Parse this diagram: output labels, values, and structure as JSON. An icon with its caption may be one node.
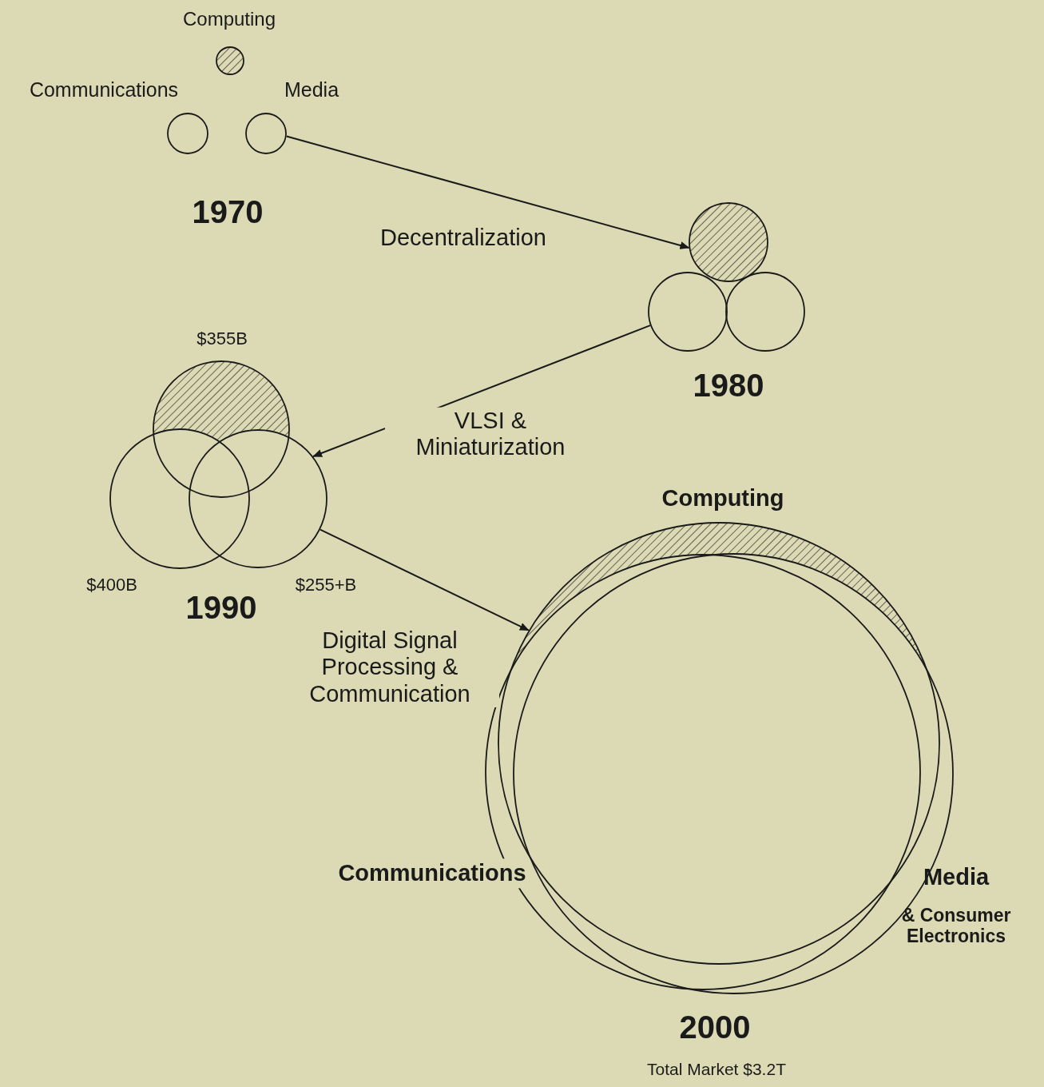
{
  "diagram": {
    "nodes": [
      {
        "text": [],
        "shape": "circle",
        "beside": [
          "Computing"
        ]
      },
      {
        "text": [],
        "shape": "circle",
        "beside": [
          "Communications"
        ]
      },
      {
        "text": [],
        "shape": "circle",
        "beside": [
          "Media"
        ]
      },
      {
        "text": [],
        "shape": "circle"
      },
      {
        "text": [],
        "shape": "circle"
      },
      {
        "text": [],
        "shape": "circle"
      },
      {
        "text": [],
        "shape": "circle",
        "beside": [
          "$355B"
        ]
      },
      {
        "text": [],
        "shape": "circle",
        "beside": [
          "$400B"
        ]
      },
      {
        "text": [],
        "shape": "circle",
        "beside": [
          "$255+B"
        ]
      },
      {
        "text": [],
        "shape": "circle",
        "beside": [
          "Computing"
        ]
      },
      {
        "text": [],
        "shape": "circle",
        "beside": [
          "Communications"
        ]
      },
      {
        "text": [],
        "shape": "circle",
        "beside": [
          "Media",
          "& Consumer Electronics"
        ]
      }
    ],
    "edges": [
      {
        "from": 2,
        "to": 3,
        "arrow": "to",
        "label": "Decentralization"
      },
      {
        "from": 4,
        "to": 8,
        "arrow": "to",
        "label": "VLSI & Miniaturization"
      },
      {
        "from": 8,
        "to": 9,
        "arrow": "to",
        "label": "Digital Signal Processing & Communication"
      }
    ],
    "labels": [
      "1970",
      "1980",
      "1990",
      "2000",
      "Total Market $3.2T"
    ]
  }
}
